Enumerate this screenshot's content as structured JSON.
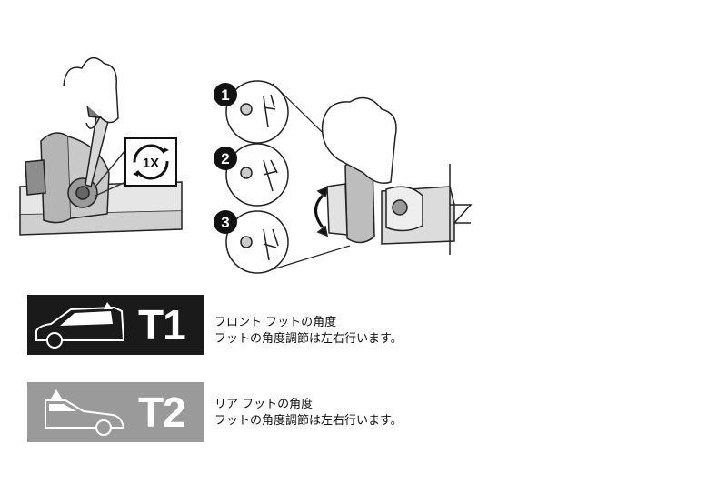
{
  "illustration": {
    "rotation_badge": "1X",
    "steps": [
      "1",
      "2",
      "3"
    ]
  },
  "legend": [
    {
      "label": "T1",
      "title": "フロント フットの角度",
      "text": "フットの角度調節は左右行います。"
    },
    {
      "label": "T2",
      "title": "リア フットの角度",
      "text": "フットの角度調節は左右行います。"
    }
  ]
}
